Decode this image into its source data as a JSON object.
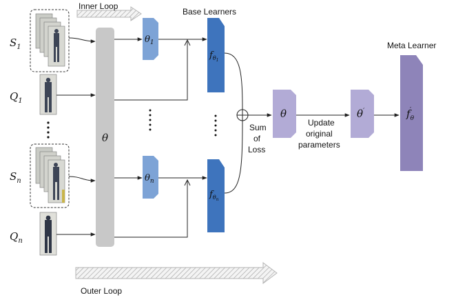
{
  "labels": {
    "inner_loop": "Inner Loop",
    "outer_loop": "Outer Loop",
    "base_learners": "Base Learners",
    "meta_learner": "Meta Learner",
    "sum_line1": "Sum",
    "sum_line2": "of",
    "sum_line3": "Loss",
    "update_line1": "Update",
    "update_line2": "original",
    "update_line3": "parameters"
  },
  "symbols": {
    "S1": "S",
    "S1_sub": "1",
    "Q1": "Q",
    "Q1_sub": "1",
    "Sn": "S",
    "Sn_sub": "n",
    "Qn": "Q",
    "Qn_sub": "n",
    "shared_theta": "θ",
    "theta1": "θ",
    "theta1_sub": "1",
    "thetan": "θ",
    "thetan_sub": "n",
    "f_theta1": "f",
    "f_theta1_sub": "θ",
    "f_theta1_subsub": "1",
    "f_thetan": "f",
    "f_thetan_sub": "θ",
    "f_thetan_subsub": "n",
    "theta_agg": "θ",
    "theta_prime": "θ",
    "theta_prime_mark": "′",
    "f_meta": "f",
    "f_meta_sub": "θ",
    "f_meta_prime": "′"
  },
  "colors": {
    "shared_bar": "#c8c8c8",
    "theta_block": "#7da3d6",
    "f_block": "#3e74bd",
    "agg_block": "#b2abd6",
    "meta_block": "#8e84b9",
    "person_dark": "#3d4556",
    "arrow_hatch": "#9a9a9a"
  }
}
